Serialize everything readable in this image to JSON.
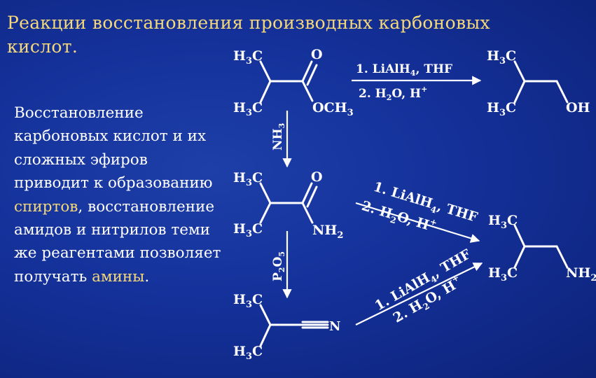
{
  "title": "Реакции восстановления производных карбоновых кислот.",
  "body": {
    "part1": "Восстановление карбоновых кислот и их сложных эфиров приводит к образованию ",
    "highlight1": "спиртов",
    "part2": ", восстановление амидов и нитрилов теми же реагентами позволяет получать ",
    "highlight2": "амины",
    "part3": "."
  },
  "scheme": {
    "h3c": "H",
    "h3c_sub": "3",
    "c": "C",
    "o": "O",
    "och3_a": "OCH",
    "och3_b": "3",
    "nh2_a": "NH",
    "nh2_b": "2",
    "n": "N",
    "oh": "OH",
    "reagent_nh3_a": "NH",
    "reagent_nh3_b": "3",
    "reagent_p2o5_a": "P",
    "reagent_p2o5_b": "2",
    "reagent_p2o5_c": "O",
    "reagent_p2o5_d": "5",
    "step1_a": "1. LiAlH",
    "step1_b": "4",
    "step1_c": ", THF",
    "step2_a": "2. H",
    "step2_b": "2",
    "step2_c": "O, H",
    "step2_d": "+"
  }
}
